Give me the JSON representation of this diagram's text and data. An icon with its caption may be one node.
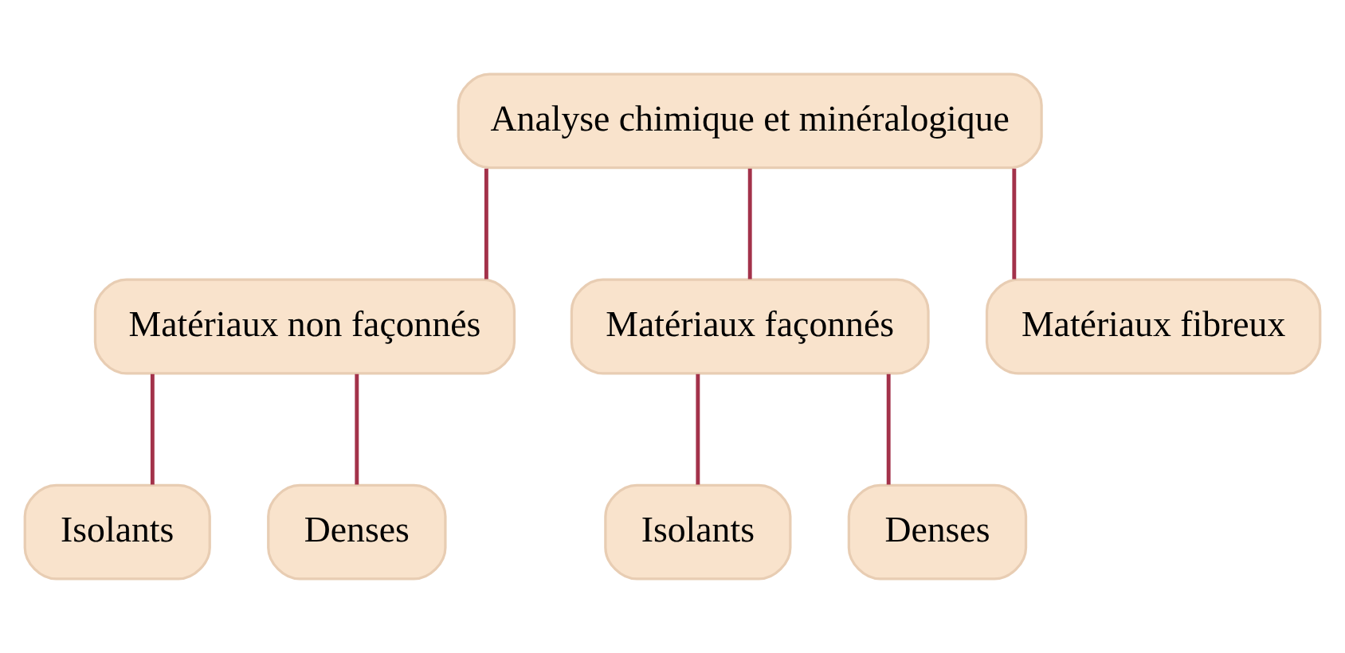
{
  "diagram": {
    "nodes": [
      {
        "text": [
          "Analyse chimique et minéralogique"
        ]
      },
      {
        "text": [
          "Matériaux non façonnés"
        ]
      },
      {
        "text": [
          "Matériaux façonnés"
        ]
      },
      {
        "text": [
          "Matériaux fibreux"
        ]
      },
      {
        "text": [
          "Isolants"
        ]
      },
      {
        "text": [
          "Denses"
        ]
      },
      {
        "text": [
          "Isolants"
        ]
      },
      {
        "text": [
          "Denses"
        ]
      }
    ],
    "edges": [
      {
        "from": 0,
        "to": 1,
        "arrow": "none",
        "color": "#a3324a"
      },
      {
        "from": 0,
        "to": 2,
        "arrow": "none",
        "color": "#a3324a"
      },
      {
        "from": 0,
        "to": 3,
        "arrow": "none",
        "color": "#a3324a"
      },
      {
        "from": 1,
        "to": 4,
        "arrow": "none",
        "color": "#a3324a"
      },
      {
        "from": 1,
        "to": 5,
        "arrow": "none",
        "color": "#a3324a"
      },
      {
        "from": 2,
        "to": 6,
        "arrow": "none",
        "color": "#a3324a"
      },
      {
        "from": 2,
        "to": 7,
        "arrow": "none",
        "color": "#a3324a"
      }
    ]
  }
}
